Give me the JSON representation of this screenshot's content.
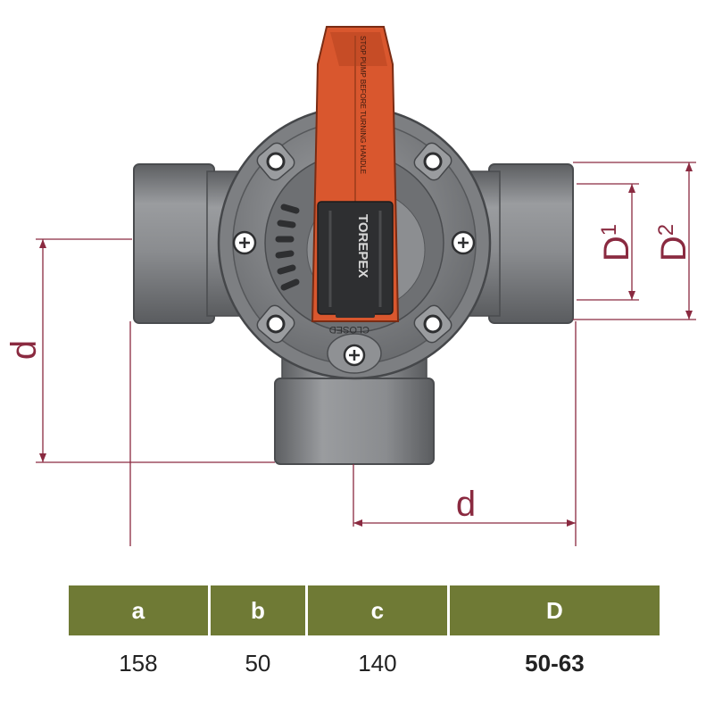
{
  "colors": {
    "dimension": "#8a2a40",
    "header_bg": "#6f7a35",
    "header_text": "#ffffff",
    "valve_gray": "#7b7d80",
    "handle_orange": "#d9572e",
    "grip_dark": "#2e2f31"
  },
  "drawing": {
    "labels": {
      "d_vertical": "d",
      "d_horizontal": "d",
      "D1": "D",
      "D1_sub": "1",
      "D2": "D",
      "D2_sub": "2"
    },
    "handle_text": {
      "warning": "STOP PUMP BEFORE TURNING HANDLE",
      "brand": "TOREPEX",
      "closed": "CLOSED"
    }
  },
  "table": {
    "headers": [
      "a",
      "b",
      "c",
      "D"
    ],
    "values": [
      "158",
      "50",
      "140",
      "50-63"
    ]
  }
}
